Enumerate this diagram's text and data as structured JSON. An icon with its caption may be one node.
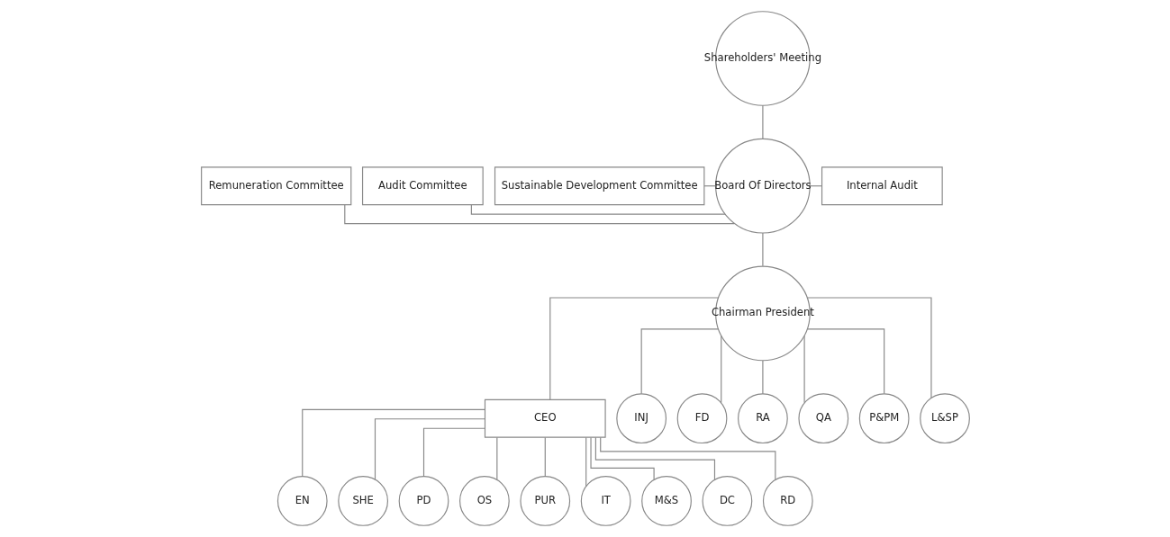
{
  "diagram": {
    "nodes": [
      {
        "text": [
          "Shareholders' Meeting"
        ]
      },
      {
        "text": [
          "Remuneration Committee"
        ]
      },
      {
        "text": [
          "Audit Committee"
        ]
      },
      {
        "text": [
          "Sustainable Development Committee"
        ]
      },
      {
        "text": [
          "Board Of Directors"
        ]
      },
      {
        "text": [
          "Internal Audit"
        ]
      },
      {
        "text": [
          "Chairman President"
        ]
      },
      {
        "text": [
          "CEO"
        ]
      },
      {
        "text": [
          "EN"
        ]
      },
      {
        "text": [
          "SHE"
        ]
      },
      {
        "text": [
          "PD"
        ]
      },
      {
        "text": [
          "OS"
        ]
      },
      {
        "text": [
          "PUR"
        ]
      },
      {
        "text": [
          "IT"
        ]
      },
      {
        "text": [
          "M&S"
        ]
      },
      {
        "text": [
          "DC"
        ]
      },
      {
        "text": [
          "RD"
        ]
      },
      {
        "text": [
          "INJ"
        ]
      },
      {
        "text": [
          "FD"
        ]
      },
      {
        "text": [
          "RA"
        ]
      },
      {
        "text": [
          "QA"
        ]
      },
      {
        "text": [
          "P&PM"
        ]
      },
      {
        "text": [
          "L&SP"
        ]
      }
    ],
    "edges": [
      {
        "from": 0,
        "to": 4,
        "arrow": "none"
      },
      {
        "from": 1,
        "to": 4,
        "arrow": "none"
      },
      {
        "from": 2,
        "to": 4,
        "arrow": "none"
      },
      {
        "from": 3,
        "to": 4,
        "arrow": "none"
      },
      {
        "from": 4,
        "to": 6,
        "arrow": "none"
      },
      {
        "from": 4,
        "to": 5,
        "arrow": "none"
      },
      {
        "from": 6,
        "to": 7,
        "arrow": "none"
      },
      {
        "from": 7,
        "to": 8,
        "arrow": "none"
      },
      {
        "from": 7,
        "to": 9,
        "arrow": "none"
      },
      {
        "from": 7,
        "to": 10,
        "arrow": "none"
      },
      {
        "from": 7,
        "to": 11,
        "arrow": "none"
      },
      {
        "from": 7,
        "to": 12,
        "arrow": "none"
      },
      {
        "from": 7,
        "to": 13,
        "arrow": "none"
      },
      {
        "from": 7,
        "to": 14,
        "arrow": "none"
      },
      {
        "from": 7,
        "to": 15,
        "arrow": "none"
      },
      {
        "from": 7,
        "to": 16,
        "arrow": "none"
      },
      {
        "from": 6,
        "to": 17,
        "arrow": "none"
      },
      {
        "from": 6,
        "to": 18,
        "arrow": "none"
      },
      {
        "from": 6,
        "to": 19,
        "arrow": "none"
      },
      {
        "from": 6,
        "to": 20,
        "arrow": "none"
      },
      {
        "from": 6,
        "to": 21,
        "arrow": "none"
      },
      {
        "from": 6,
        "to": 22,
        "arrow": "none"
      }
    ]
  }
}
